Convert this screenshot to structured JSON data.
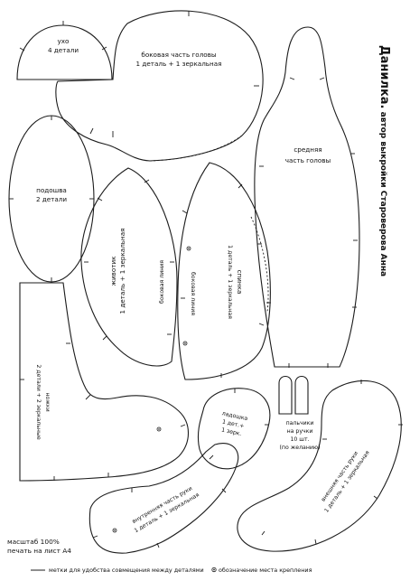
{
  "title": {
    "name": "Данилка.",
    "author": " автор выкройки Староверова Анна"
  },
  "pieces": {
    "ear": {
      "name": "ухо",
      "count": "4 детали"
    },
    "head_side": {
      "name": "боковая часть головы",
      "count": "1 деталь + 1 зеркальная"
    },
    "head_middle": {
      "name": "средняя",
      "name2": "часть головы"
    },
    "sole": {
      "name": "подошва",
      "count": "2 детали"
    },
    "belly": {
      "name": "животик",
      "count": "1 деталь + 1 зеркальная",
      "side_line": "боковая линия"
    },
    "back": {
      "name": "спинка",
      "count": "1 деталь + 1 зеркальная",
      "side_line": "боковая линия"
    },
    "legs": {
      "name": "ножки",
      "count": "2 детали + 2 зеркальные"
    },
    "palm": {
      "name": "ладошка",
      "count1": "1 дет.+",
      "count2": "1 зерк."
    },
    "fingers": {
      "name": "пальчики",
      "line2": "на ручки",
      "line3": "10 шт.",
      "line4": "(по желанию)"
    },
    "arm_inner": {
      "name": "внутренняя часть руки",
      "count": "1 деталь + 1 зеркальная"
    },
    "arm_outer": {
      "name": "внешняя часть руки",
      "count": "1 деталь + 1 зеркальная"
    }
  },
  "scale": {
    "line1": "масштаб 100%",
    "line2": "печать на лист А4"
  },
  "legend": {
    "marks": "метки для удобства совмещения между деталями",
    "attach": "обозначение места крепления"
  }
}
